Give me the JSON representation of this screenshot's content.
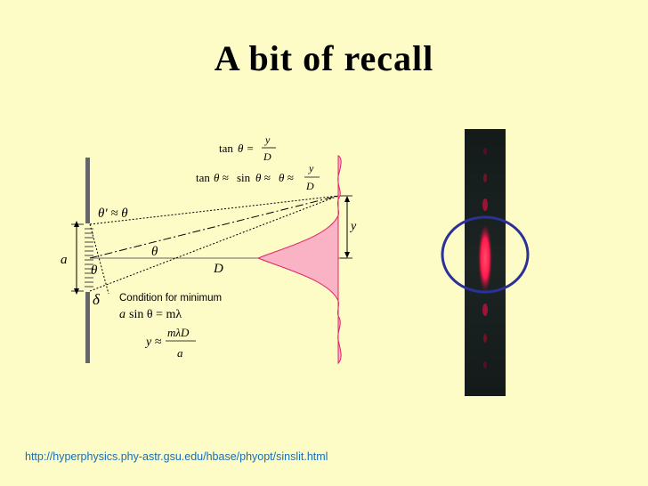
{
  "slide": {
    "title": "A bit of recall",
    "source_url": "http://hyperphysics.phy-astr.gsu.edu/hbase/phyopt/sinslit.html"
  },
  "diagram": {
    "eq_tan": "tan θ = y / D",
    "eq_tan_tan": "tan",
    "eq_tan_theta": "θ =",
    "eq_approx_tan": "tan",
    "eq_approx_theta1": "θ ≈",
    "eq_approx_sin": "sin",
    "eq_approx_theta2": "θ ≈",
    "eq_approx_theta3": "θ ≈",
    "frac_y": "y",
    "frac_D": "D",
    "label_theta_prime": "θ' ≈ θ",
    "label_theta": "θ",
    "label_theta2": "θ",
    "label_a": "a",
    "label_D": "D",
    "label_y": "y",
    "label_delta": "δ",
    "condition_text": "Condition for minimum",
    "condition_eq_a": "a",
    "condition_eq_rest": "sin θ = mλ",
    "result_lhs": "y ≈",
    "result_num": "mλD",
    "result_den": "a"
  },
  "colors": {
    "background": "#fdfbc6",
    "intensity_fill": "#f9b3c4",
    "intensity_stroke": "#e0246a",
    "circle": "#2b3196",
    "link": "#1a6fb0",
    "fringe": "#ff1a4d"
  }
}
